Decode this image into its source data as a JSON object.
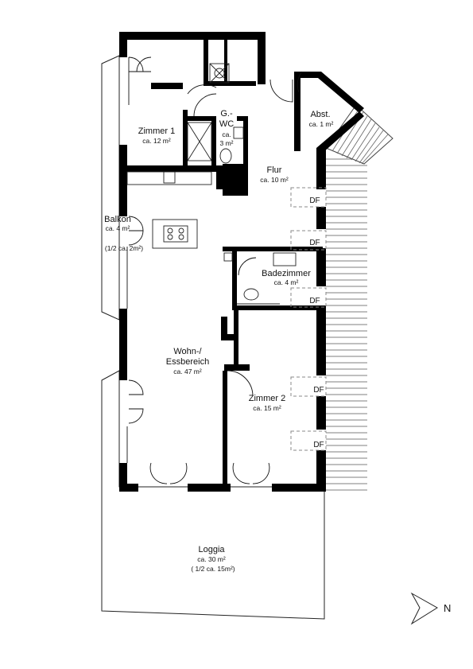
{
  "rooms": {
    "zimmer1": {
      "name": "Zimmer 1",
      "area": "ca. 12 m²"
    },
    "gwc": {
      "name_line1": "G.-",
      "name_line2": "WC",
      "area_line1": "ca.",
      "area_line2": "3 m²"
    },
    "abst": {
      "name": "Abst.",
      "area": "ca. 1 m²"
    },
    "flur": {
      "name": "Flur",
      "area": "ca. 10 m²"
    },
    "balkon": {
      "name": "Balkon",
      "area": "ca. 4 m²",
      "note": "(1/2 ca. 2m²)"
    },
    "badezimmer": {
      "name": "Badezimmer",
      "area": "ca. 4 m²"
    },
    "wohn": {
      "name_line1": "Wohn-/",
      "name_line2": "Essbereich",
      "area": "ca. 47 m²"
    },
    "zimmer2": {
      "name": "Zimmer 2",
      "area": "ca. 15 m²"
    },
    "loggia": {
      "name": "Loggia",
      "area": "ca. 30 m²",
      "note": "( 1/2 ca. 15m²)"
    }
  },
  "skylights": [
    "DF",
    "DF",
    "DF",
    "DF",
    "DF"
  ],
  "compass": {
    "label": "N"
  }
}
